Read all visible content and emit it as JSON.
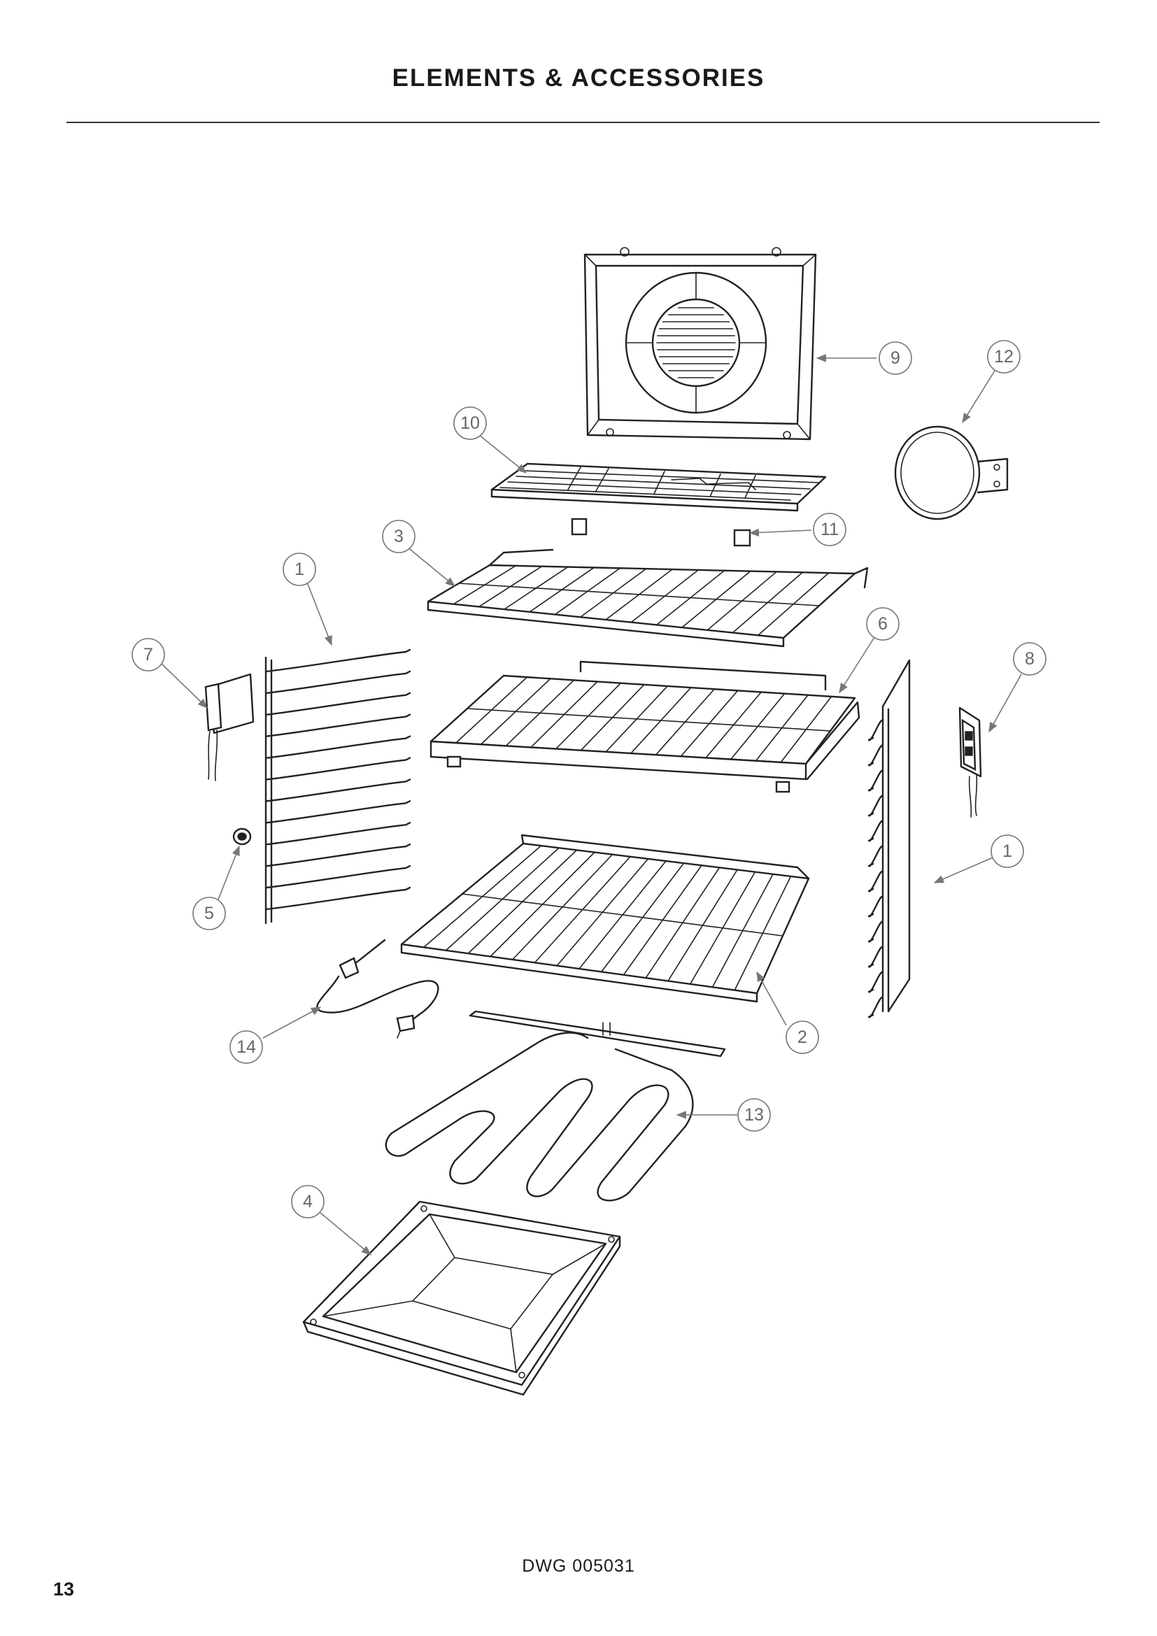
{
  "title": "ELEMENTS & ACCESSORIES",
  "drawing_number": "DWG 005031",
  "page_number": "13",
  "callouts": {
    "c1a": "1",
    "c1b": "1",
    "c2": "2",
    "c3": "3",
    "c4": "4",
    "c5": "5",
    "c6": "6",
    "c7": "7",
    "c8": "8",
    "c9": "9",
    "c10": "10",
    "c11": "11",
    "c12": "12",
    "c13": "13",
    "c14": "14"
  },
  "colors": {
    "line": "#222222",
    "callout": "#777777",
    "background": "#ffffff"
  }
}
